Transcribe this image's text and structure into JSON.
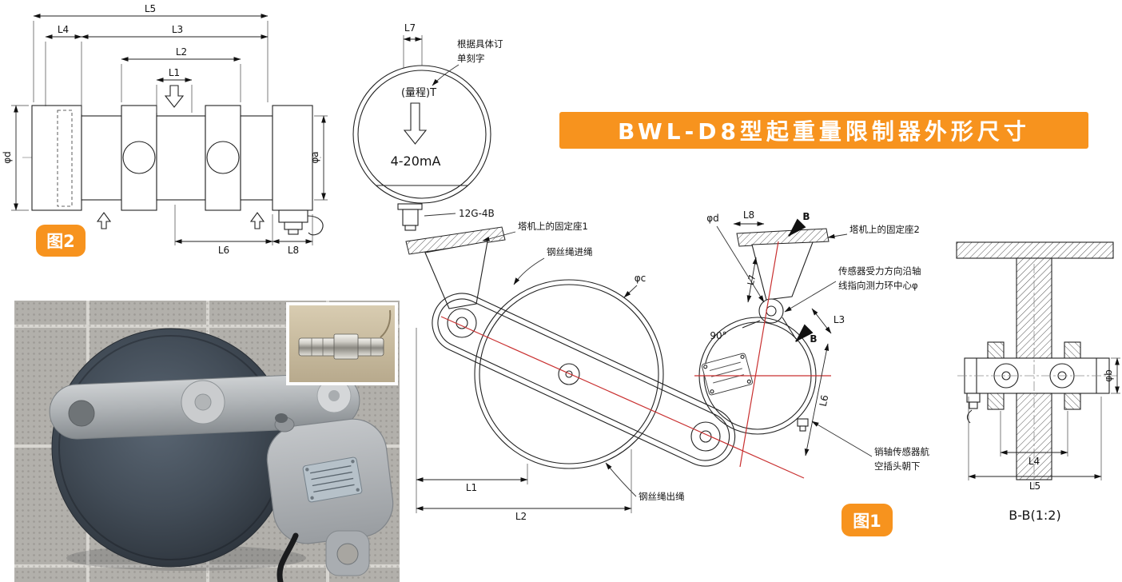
{
  "banner": {
    "title": "BWL-D8型起重量限制器外形尺寸"
  },
  "fig2": {
    "badge": "图2",
    "dim_l1": "L1",
    "dim_l2": "L2",
    "dim_l3": "L3",
    "dim_l4": "L4",
    "dim_l5": "L5",
    "dim_l6": "L6",
    "dim_l8": "L8",
    "dia_left": "φd",
    "dia_right": "φa"
  },
  "dial": {
    "dim_l7": "L7",
    "note_line1": "根据具体订",
    "note_line2": "单刻字",
    "range": "(量程)T",
    "output": "4-20mA",
    "connector": "12G-4B"
  },
  "fig1": {
    "badge": "图1",
    "seat1": "塔机上的固定座1",
    "rope_in": "钢丝绳进绳",
    "rope_out": "钢丝绳出绳",
    "seat2": "塔机上的固定座2",
    "force_line1": "传感器受力方向沿轴",
    "force_line2": "线指向测力环中心φ",
    "plug_line1": "销轴传感器航",
    "plug_line2": "空插头朝下",
    "angle": "90°",
    "dia_c": "φc",
    "dia_d": "φd",
    "dim_l1": "L1",
    "dim_l2": "L2",
    "dim_l3": "L3",
    "dim_l6": "L6",
    "dim_l7": "L7",
    "dim_l8": "L8",
    "section_b1": "B",
    "section_b2": "B"
  },
  "section_bb": {
    "title": "B-B(1:2)",
    "dia_b": "φb",
    "dim_l4": "L4",
    "dim_l5": "L5"
  }
}
